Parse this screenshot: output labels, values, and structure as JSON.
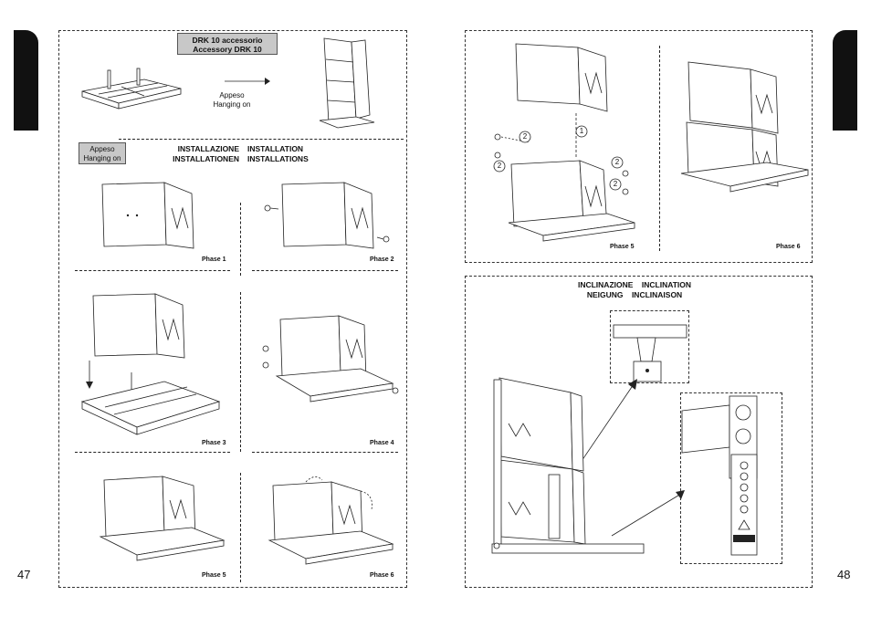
{
  "pages": {
    "left": "47",
    "right": "48"
  },
  "accessory_label": {
    "line1": "DRK 10 accessorio",
    "line2": "Accessory DRK 10"
  },
  "appeso_top": {
    "line1": "Appeso",
    "line2": "Hanging on"
  },
  "appeso_box": {
    "line1": "Appeso",
    "line2": "Hanging on"
  },
  "installation_heading": {
    "col1_line1": "INSTALLAZIONE",
    "col1_line2": "INSTALLATIONEN",
    "col2_line1": "INSTALLATION",
    "col2_line2": "INSTALLATIONS"
  },
  "phases": {
    "p1": "Phase 1",
    "p2": "Phase 2",
    "p3": "Phase 3",
    "p4": "Phase 4",
    "p5": "Phase 5",
    "p6": "Phase 6",
    "p5r": "Phase 5",
    "p6r": "Phase 6"
  },
  "callouts": {
    "one": "1",
    "two": "2"
  },
  "inclination_heading": {
    "line1_a": "INCLINAZIONE",
    "line1_b": "INCLINATION",
    "line2_a": "NEIGUNG",
    "line2_b": "INCLINAISON"
  }
}
